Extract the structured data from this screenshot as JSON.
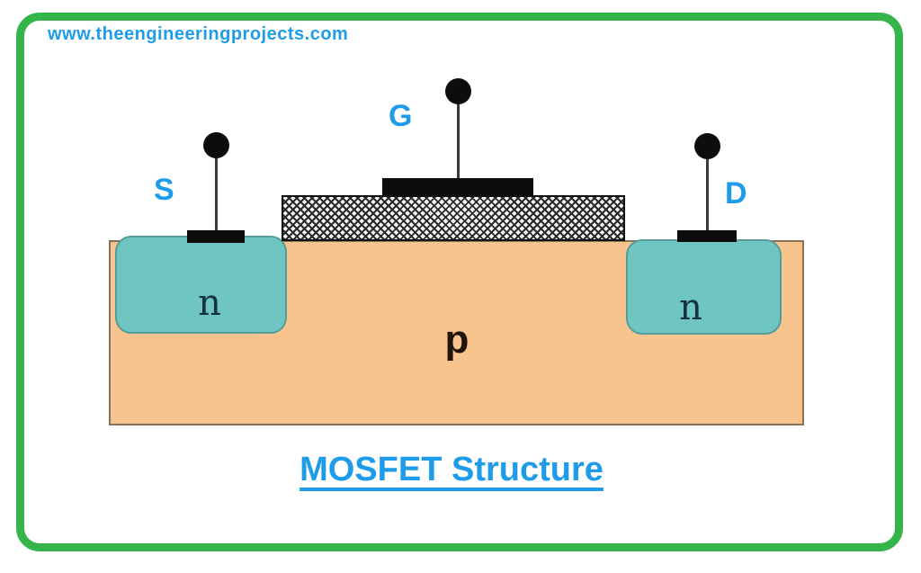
{
  "page": {
    "watermark": "www.theengineeringprojects.com",
    "caption": "MOSFET Structure"
  },
  "diagram": {
    "type": "cross-section schematic of a MOSFET",
    "terminals": [
      {
        "id": "source",
        "label": "S"
      },
      {
        "id": "gate",
        "label": "G"
      },
      {
        "id": "drain",
        "label": "D"
      }
    ],
    "regions": [
      {
        "id": "source-well",
        "label": "n"
      },
      {
        "id": "drain-well",
        "label": "n"
      },
      {
        "id": "substrate",
        "label": "p"
      }
    ],
    "icons": [
      "terminal-ball-icon",
      "gate-oxide-hatch-pattern"
    ],
    "colors": {
      "frame_green": "#35b44a",
      "label_blue": "#1f9ce9",
      "substrate_peach": "#f8c48d",
      "n_well_teal": "#6ec5c1",
      "contact_black": "#0d0d0d",
      "n_label_dark_teal": "#14333d",
      "p_label_dark": "#231409"
    }
  }
}
